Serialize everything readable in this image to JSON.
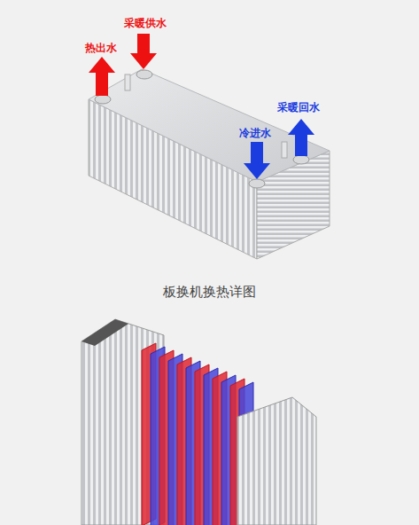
{
  "diagram": {
    "caption": "板换机换热详图",
    "labels": [
      "热出水",
      "采暖供水",
      "冷进水",
      "采暖回水"
    ]
  }
}
